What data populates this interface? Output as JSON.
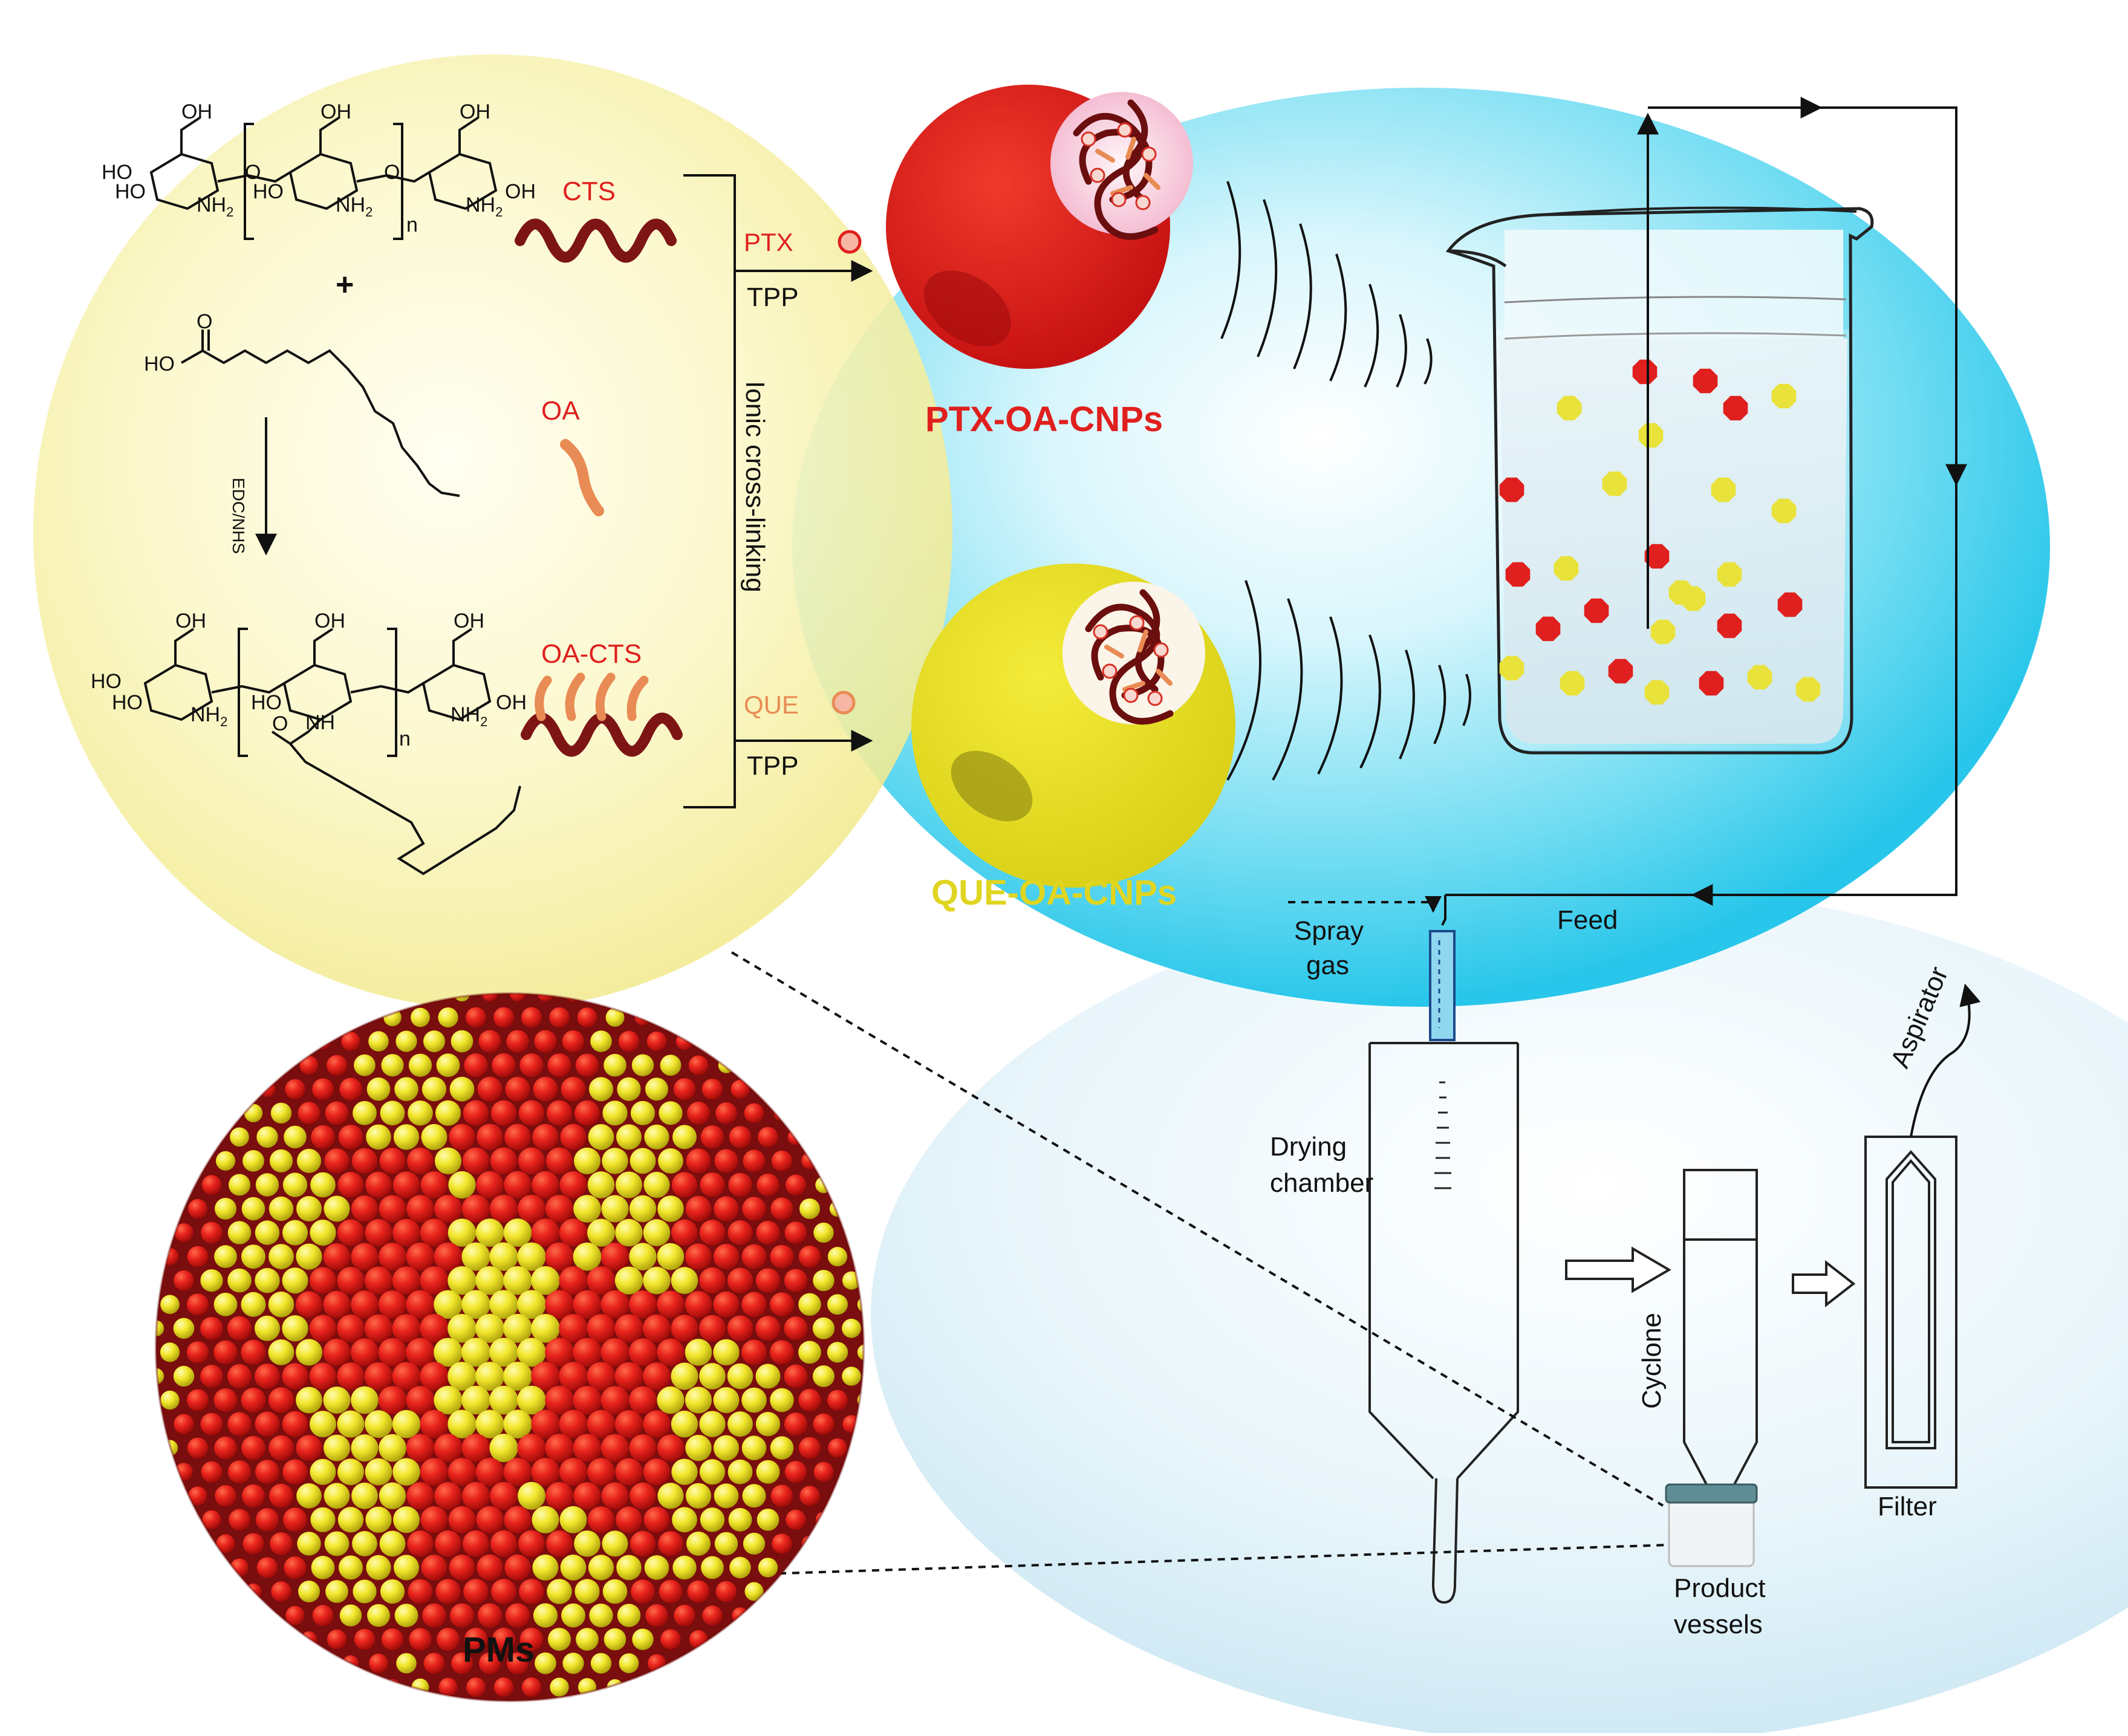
{
  "chemistry": {
    "cts_label": "CTS",
    "oa_label": "OA",
    "oacts_label": "OA-CTS",
    "plus": "+",
    "reagent": "EDC/NHS",
    "atoms": {
      "oh": "OH",
      "ho": "HO",
      "nh2": "NH",
      "sub2": "2",
      "n": "n",
      "o": "O",
      "nh": "NH"
    }
  },
  "crosslink": {
    "ptx": "PTX",
    "que": "QUE",
    "tpp_top": "TPP",
    "tpp_bottom": "TPP",
    "vertical": "Ionic cross-linking"
  },
  "nanoparticles": {
    "ptx_label": "PTX-OA-CNPs",
    "que_label": "QUE-OA-CNPs"
  },
  "spray_dryer": {
    "feed": "Feed",
    "spray_gas": [
      "Spray",
      "gas"
    ],
    "drying_chamber": [
      "Drying",
      "chamber"
    ],
    "cyclone": "Cyclone",
    "filter": "Filter",
    "aspirator": "Aspirator",
    "product_vessels": [
      "Product",
      "vessels"
    ]
  },
  "product": {
    "label": "PMs"
  },
  "colors": {
    "red": "#e0201e",
    "yellow": "#e9e23a",
    "orange": "#e98b54",
    "dark_red": "#7a1515",
    "cyan": "#3fd2ee",
    "pale_yellow": "#f7f3b0"
  }
}
